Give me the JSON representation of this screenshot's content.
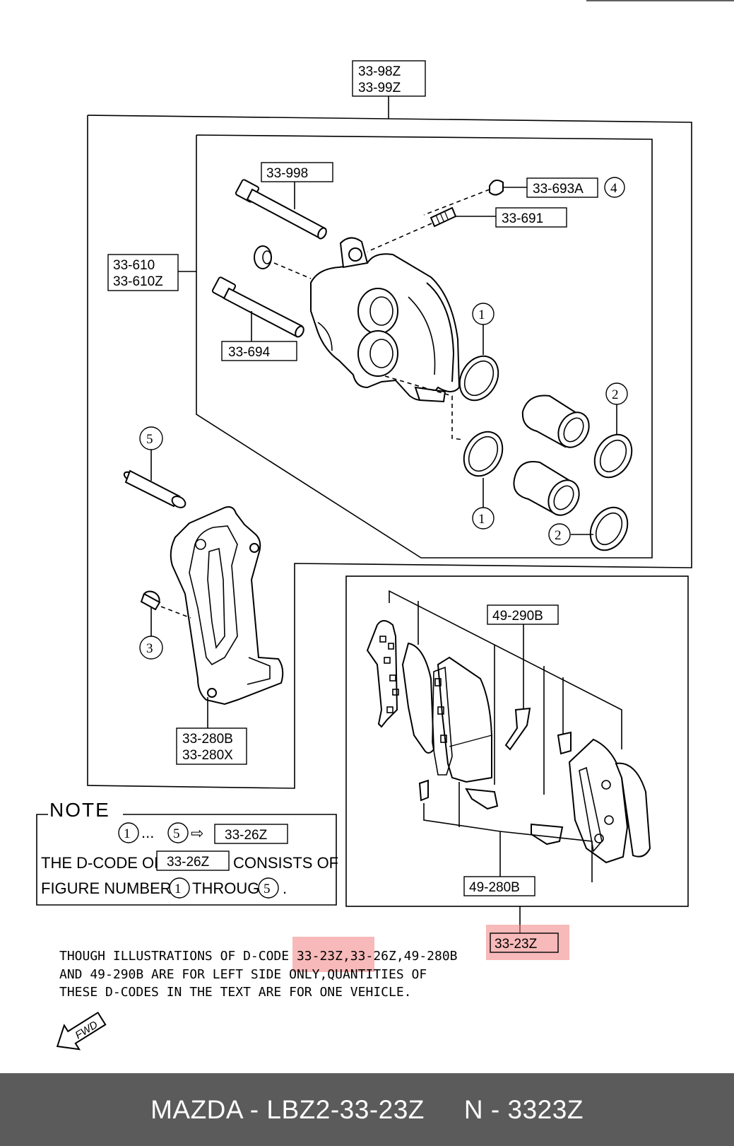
{
  "labels": {
    "top_code_a": "33-98Z",
    "top_code_b": "33-99Z",
    "bolt_998": "33-998",
    "bleeder_cap": "33-693A",
    "bleeder_cap_ref": "4",
    "bleeder": "33-691",
    "caliper_a": "33-610",
    "caliper_b": "33-610Z",
    "bolt_694": "33-694",
    "piston_seal_ref_top": "1",
    "piston_seal_ref_bottom": "1",
    "dust_boot_ref_top": "2",
    "dust_boot_ref_bottom": "2",
    "guide_pin_ref": "5",
    "bushing_ref": "3",
    "bracket_a": "33-280B",
    "bracket_b": "33-280X",
    "shim_clip": "49-290B",
    "pad_set": "49-280B",
    "pad_kit": "33-23Z"
  },
  "note": {
    "title": "NOTE",
    "range_start": "1",
    "range_sep": "...",
    "range_end": "5",
    "arrow": "⇨",
    "kit_code": "33-26Z",
    "line1_a": "THE D-CODE OF",
    "line1_code": "33-26Z",
    "line1_b": "CONSISTS OF",
    "line2_a": "FIGURE NUMBERS",
    "line2_ref1": "1",
    "line2_mid": "THROUGH",
    "line2_ref2": "5",
    "line2_end": "."
  },
  "footnote": {
    "line1": "THOUGH ILLUSTRATIONS OF D-CODE 33-23Z,33-26Z,49-280B",
    "line2": "AND 49-290B ARE FOR LEFT SIDE ONLY,QUANTITIES OF",
    "line3": "THESE D-CODES IN THE TEXT ARE FOR ONE VEHICLE."
  },
  "fwd_label": "FWD",
  "footer": {
    "left": "MAZDA - LBZ2-33-23Z",
    "right": "N - 3323Z"
  },
  "colors": {
    "highlight": "#f08080",
    "footer_bg": "#5b5b5b",
    "footer_text": "#ffffff"
  }
}
